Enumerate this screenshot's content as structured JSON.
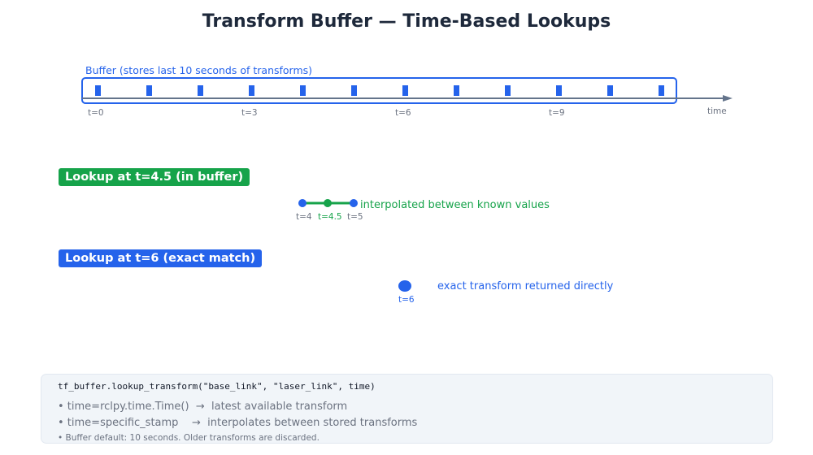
{
  "title": "Transform Buffer — Time-Based Lookups",
  "colors": {
    "title": "#1e293b",
    "buffer_blue": "#2563eb",
    "axis_gray": "#64748b",
    "green": "#16a34a",
    "text_gray": "#6b7280",
    "code_bg": "#f1f5f9"
  },
  "buffer": {
    "label": "Buffer (stores last 10 seconds of transforms)",
    "samples_count": 12,
    "tick_labels": [
      "t=0",
      "t=3",
      "t=6",
      "t=9"
    ],
    "axis_label": "time"
  },
  "lookup_interpolate": {
    "badge": "Lookup at t=4.5 (in buffer)",
    "points": [
      {
        "label": "t=4",
        "kind": "known"
      },
      {
        "label": "t=4.5",
        "kind": "interpolated"
      },
      {
        "label": "t=5",
        "kind": "known"
      }
    ],
    "note": "interpolated between known values"
  },
  "lookup_exact": {
    "badge": "Lookup at t=6 (exact match)",
    "point_label": "t=6",
    "note": "exact transform returned directly"
  },
  "code_panel": {
    "code": "tf_buffer.lookup_transform(\"base_link\", \"laser_link\", time)",
    "bullets": [
      "• time=rclpy.time.Time()  →  latest available transform",
      "• time=specific_stamp    →  interpolates between stored transforms",
      "• Buffer default: 10 seconds. Older transforms are discarded."
    ]
  }
}
